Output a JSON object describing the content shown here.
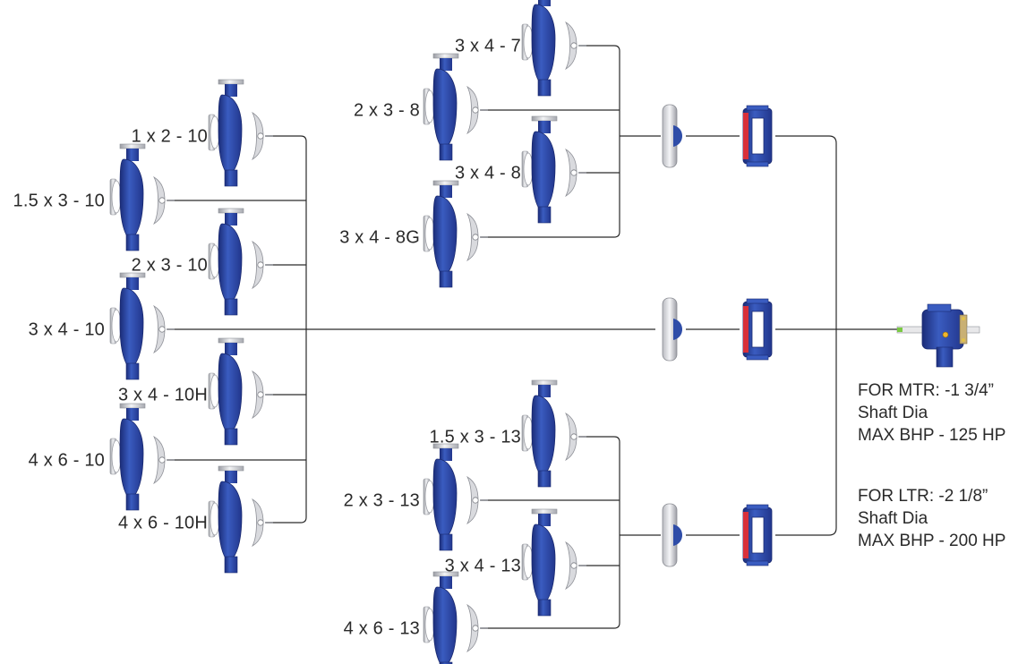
{
  "colors": {
    "casing_blue": "#2f4da8",
    "casing_dark": "#1d2f7a",
    "flange_gray": "#c4c6cc",
    "adapter_red": "#d8303a",
    "line": "#2b2b2b"
  },
  "group_left": {
    "pumps": [
      {
        "label": "1 x 2 - 10"
      },
      {
        "label": "1.5 x 3 - 10"
      },
      {
        "label": "2 x 3 - 10"
      },
      {
        "label": "3 x 4 - 10"
      },
      {
        "label": "3 x 4 - 10H"
      },
      {
        "label": "4 x 6 - 10"
      },
      {
        "label": "4 x 6 - 10H"
      }
    ]
  },
  "group_top": {
    "pumps": [
      {
        "label": "3 x 4 - 7"
      },
      {
        "label": "2 x 3 - 8"
      },
      {
        "label": "3 x 4 - 8"
      },
      {
        "label": "3 x 4 - 8G"
      }
    ]
  },
  "group_bottom": {
    "pumps": [
      {
        "label": "1.5 x 3 - 13"
      },
      {
        "label": "2 x 3 - 13"
      },
      {
        "label": "3 x 4 - 13"
      },
      {
        "label": "4 x 6 - 13"
      }
    ]
  },
  "power_end": {
    "icon": "power-frame-icon",
    "notes": {
      "mtr_line1": "FOR MTR: -1 3/4”",
      "mtr_line2": "Shaft Dia",
      "mtr_line3": "MAX BHP - 125 HP",
      "ltr_line1": "FOR LTR: -2 1/8”",
      "ltr_line2": "Shaft Dia",
      "ltr_line3": "MAX BHP - 200 HP"
    }
  }
}
